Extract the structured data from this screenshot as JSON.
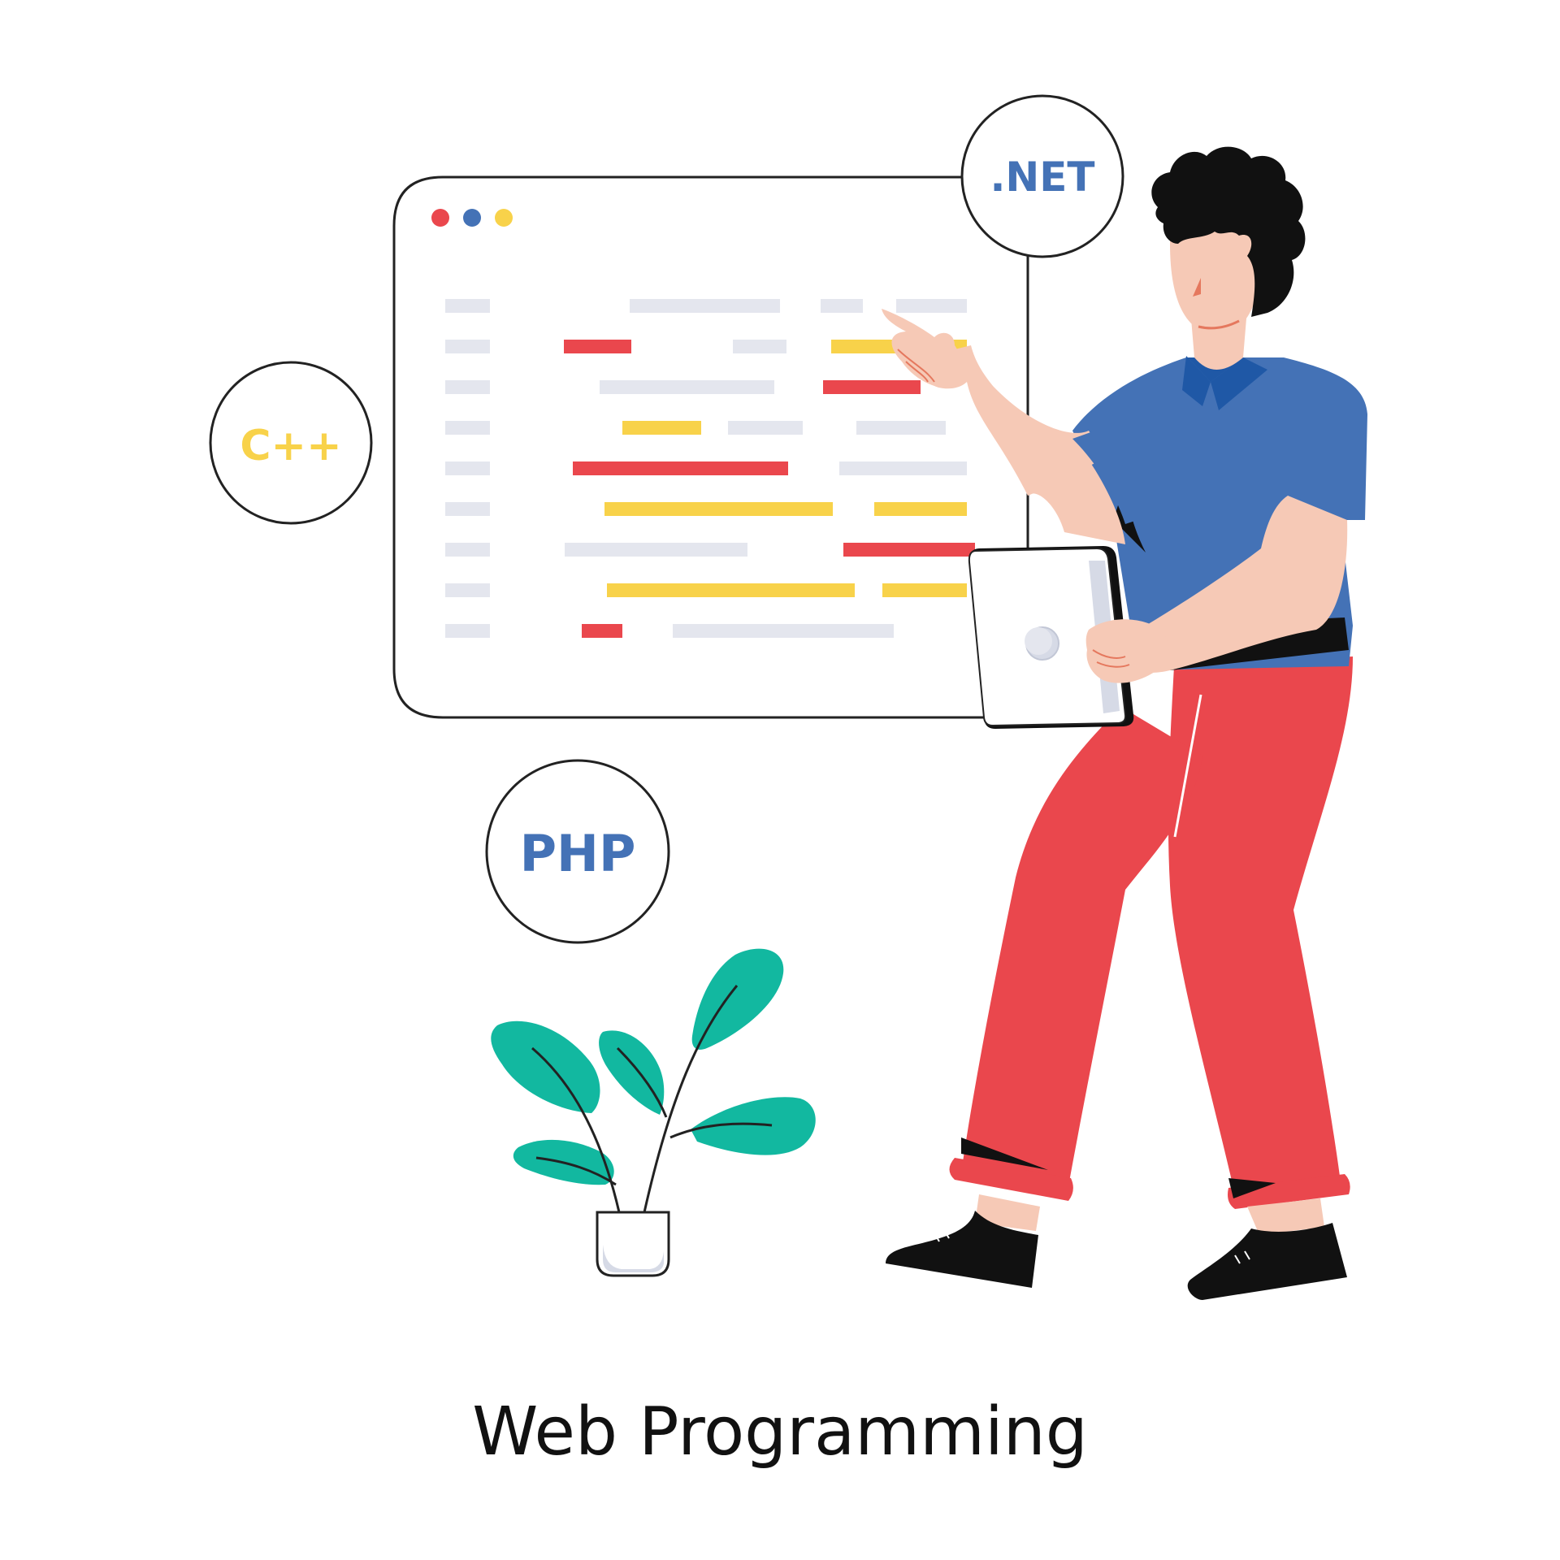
{
  "badges": {
    "dotnet": {
      "label": ".NET",
      "color": "#4472b6"
    },
    "cpp": {
      "label": "C++",
      "color": "#f8d24a"
    },
    "php": {
      "label": "PHP",
      "color": "#4472b6"
    }
  },
  "caption": "Web Programming",
  "colors": {
    "red": "#ea474d",
    "yellow": "#f8d24a",
    "blue": "#4472b6",
    "gray": "#e4e6ee",
    "teal": "#12b8a0",
    "skin": "#f6c9b6",
    "outline": "#222222"
  },
  "icons": [
    "window-dot-red",
    "window-dot-blue",
    "window-dot-yellow",
    "plant-icon",
    "tablet-icon",
    "person-illustration"
  ]
}
